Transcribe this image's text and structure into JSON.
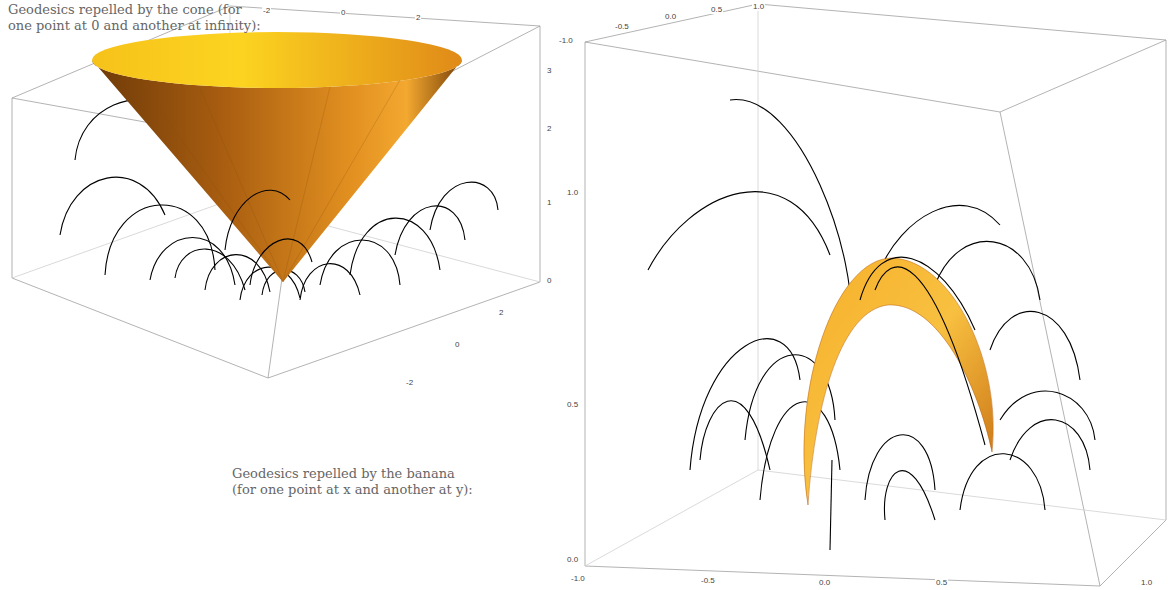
{
  "diagram": {
    "labels": [
      "Geodesics repelled by the cone (for one point at 0 and another at infinity):",
      "-2",
      "0",
      "2",
      "3",
      "2",
      "1",
      "0",
      "2",
      "0",
      "-2",
      "Geodesics repelled by the banana (for one point at x and another at y):",
      "-1.0",
      "-0.5",
      "0.0",
      "0.5",
      "1.0",
      "1.0",
      "0.5",
      "0.0",
      "-1.0",
      "-0.5",
      "0.0",
      "0.5",
      "1.0"
    ]
  }
}
